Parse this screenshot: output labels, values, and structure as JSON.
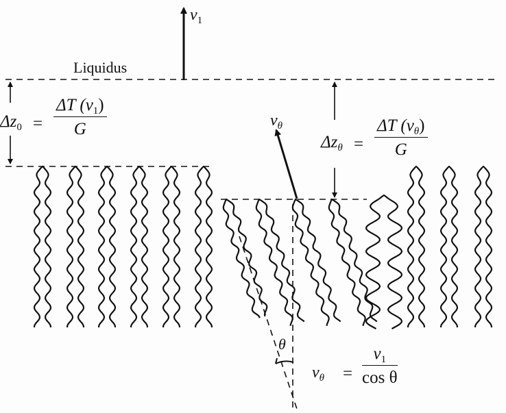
{
  "labels": {
    "v1_symbol": "v",
    "v1_sub": "1",
    "liquidus": "Liquidus",
    "dz0_lhs": "Δz",
    "dz0_sub": "0",
    "dz0_eq": "=",
    "dz0_num_main": "ΔT (v",
    "dz0_num_sub": "1",
    "dz0_num_close": ")",
    "dz0_den": "G",
    "vtheta_symbol": "v",
    "vtheta_sub": "θ",
    "dzt_lhs": "Δz",
    "dzt_sub": "θ",
    "dzt_eq": "=",
    "dzt_num_main": "ΔT (v",
    "dzt_num_sub": "θ",
    "dzt_num_close": ")",
    "dzt_den": "G",
    "theta_angle": "θ",
    "rel_lhs": "v",
    "rel_lhs_sub": "θ",
    "rel_eq": "=",
    "rel_num": "v",
    "rel_num_sub": "1",
    "rel_den": "cos θ"
  },
  "colors": {
    "ink": "#111111",
    "background": "#fdfdfd"
  }
}
